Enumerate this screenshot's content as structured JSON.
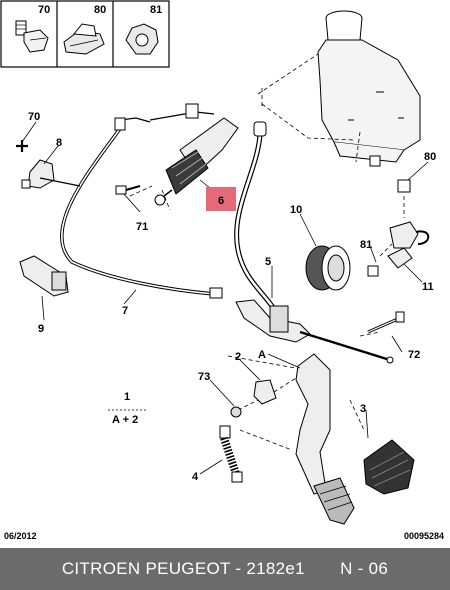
{
  "header_parts": [
    {
      "num": "70"
    },
    {
      "num": "80"
    },
    {
      "num": "81"
    }
  ],
  "callouts": {
    "c70": "70",
    "c8": "8",
    "c71": "71",
    "c6": "6",
    "c9": "9",
    "c7": "7",
    "c10": "10",
    "c5": "5",
    "c80": "80",
    "c81": "81",
    "c11": "11",
    "c72": "72",
    "ca": "A",
    "c2": "2",
    "c73": "73",
    "c1": "1",
    "capb": "A + 2",
    "c3": "3",
    "c4": "4"
  },
  "highlight_color": "#e6697a",
  "footer": {
    "date": "06/2012",
    "ref": "00095284",
    "title": "CITROEN PEUGEOT - 2182e1       N - 06"
  }
}
